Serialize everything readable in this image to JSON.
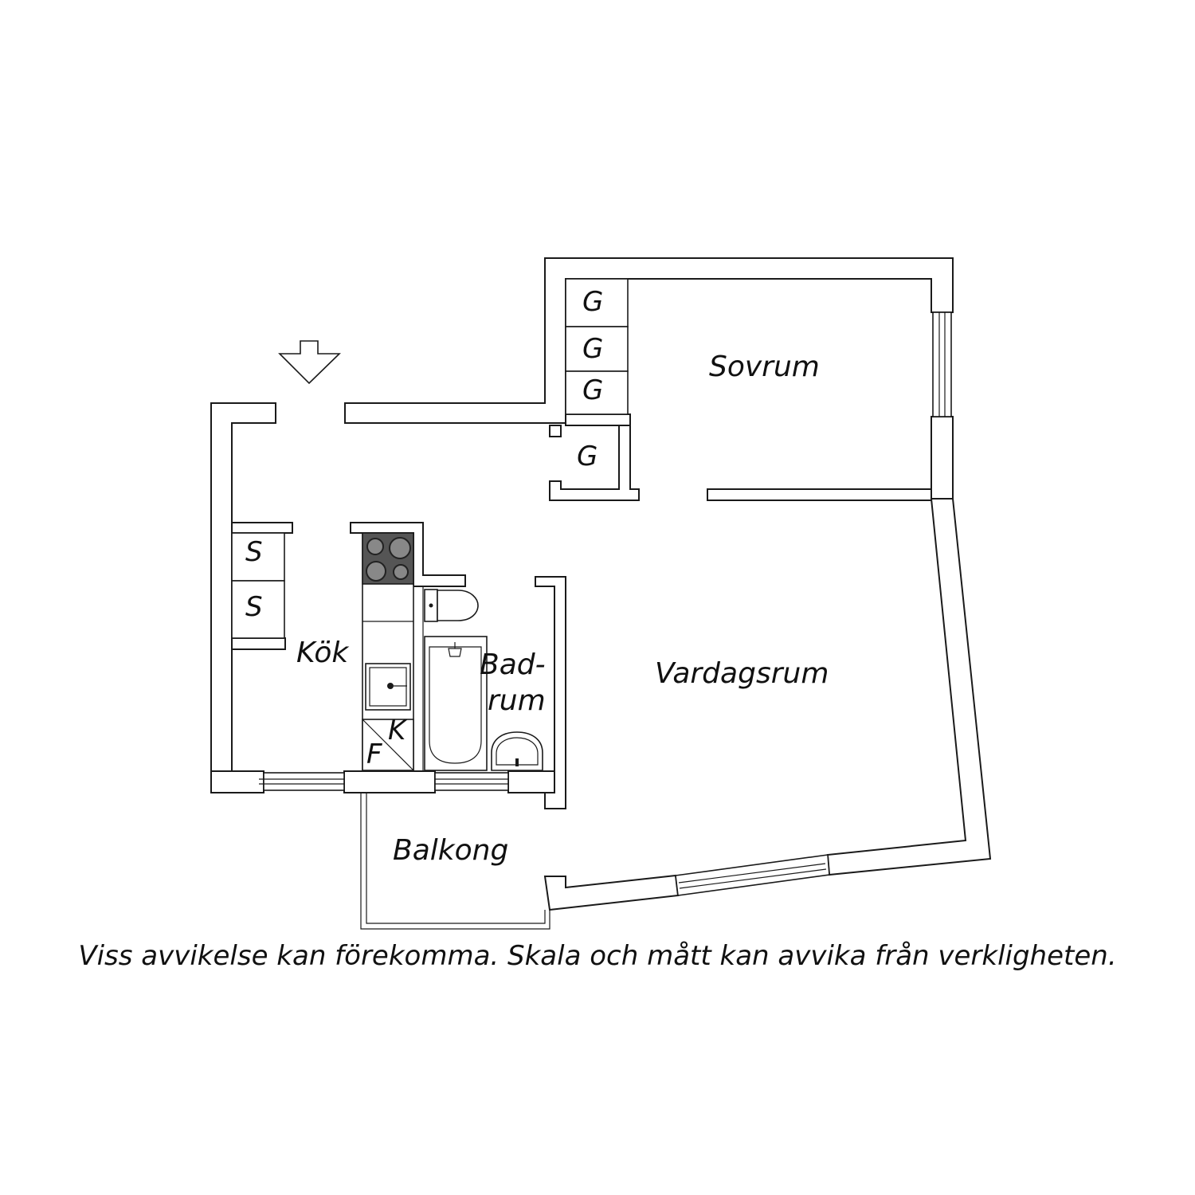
{
  "rooms": {
    "sovrum": "Sovrum",
    "kok": "Kök",
    "badrum_line1": "Bad-",
    "badrum_line2": "rum",
    "vardagsrum": "Vardagsrum",
    "balkong": "Balkong"
  },
  "fixtures": {
    "garderob": "G",
    "skap": "S",
    "kyl": "K",
    "frys": "F"
  },
  "disclaimer": "Viss avvikelse kan förekomma. Skala och mått kan avvika från verkligheten.",
  "icons": [
    "entrance-arrow-icon",
    "stove-icon",
    "sink-icon",
    "toilet-icon",
    "bathtub-icon",
    "washbasin-icon",
    "window-icon"
  ],
  "colors": {
    "line": "#1a1a1a",
    "stove": "#555555",
    "background": "#ffffff"
  }
}
